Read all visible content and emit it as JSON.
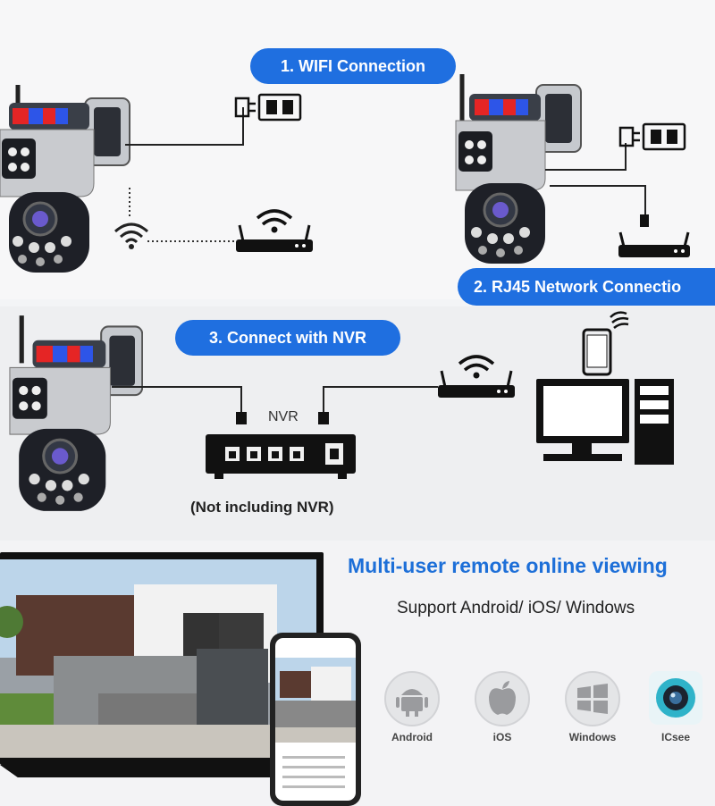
{
  "labels": {
    "wifi": "1. WIFI Connection",
    "rj45": "2. RJ45 Network Connectio",
    "nvr_connect": "3. Connect with NVR",
    "nvr": "NVR",
    "nvr_note": "(Not including NVR)",
    "multi_user": "Multi-user remote online viewing",
    "support": "Support Android/ iOS/ Windows"
  },
  "os_list": [
    {
      "label": "Android",
      "icon": "android-icon"
    },
    {
      "label": "iOS",
      "icon": "apple-icon"
    },
    {
      "label": "Windows",
      "icon": "windows-icon"
    },
    {
      "label": "ICsee",
      "icon": "icsee-icon"
    }
  ],
  "colors": {
    "pill_blue": "#1f6fe0",
    "heading_blue": "#1d6fd8"
  }
}
